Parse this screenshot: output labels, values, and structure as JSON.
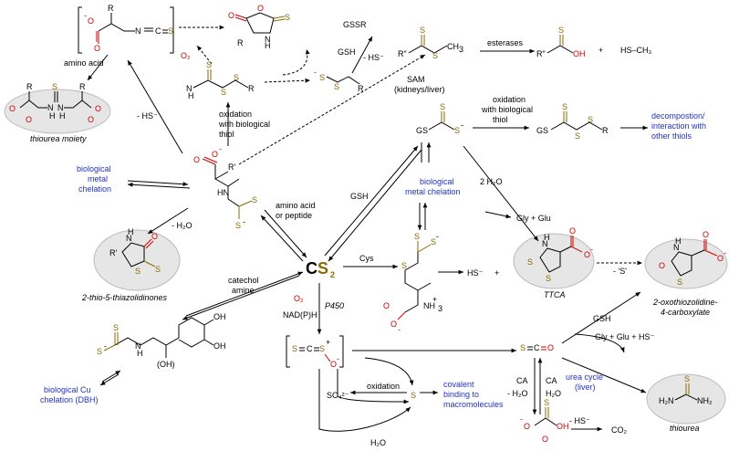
{
  "texts": {
    "amino_acid": "amino acid",
    "o2_top": "O₂",
    "minus_hs_left": "- HS⁻",
    "thiourea_moiety": "thiourea moiety",
    "oxidation_bio_thiol_1": "oxidation",
    "oxidation_bio_thiol_2": "with biological",
    "oxidation_bio_thiol_3": "thiol",
    "gsh_top": "GSH",
    "minus_hs_top": "- HS⁻",
    "gssr": "GSSR",
    "sam_1": "SAM",
    "sam_2": "(kidneys/liver)",
    "esterases": "esterases",
    "plus_top": "+",
    "hs_ch3": "HS–CH₃",
    "oxidation_right_1": "oxidation",
    "oxidation_right_2": "with biological",
    "oxidation_right_3": "thiol",
    "decomp_1": "decompostion/",
    "decomp_2": "interaction with",
    "decomp_3": "other thiols",
    "bio_metal_chel_1": "biological",
    "bio_metal_chel_2": "metal",
    "bio_metal_chel_3": "chelation",
    "gsh_mid": "GSH",
    "bio_metal_chel_mid_1": "biological",
    "bio_metal_chel_mid_2": "metal chelation",
    "two_h2o": "2 H₂O",
    "gly_glu": "Gly + Glu",
    "amino_acid_peptide_1": "amino acid",
    "amino_acid_peptide_2": "or peptide",
    "minus_h2o_left": "- H₂O",
    "cys": "Cys",
    "hs_minus": "HS⁻",
    "plus_mid": "+",
    "ttca": "TTCA",
    "minus_s": "- 'S'",
    "thiazolidinones": "2-thio-5-thiazolidinones",
    "oxothiazolidine_1": "2-oxothiozolidine-",
    "oxothiazolidine_2": "4-carboxylate",
    "cs2_c": "C",
    "cs2_s": "S",
    "cs2_sub": "2",
    "catechol_1": "catechol",
    "catechol_2": "amine",
    "o2_mid": "O₂",
    "nadph": "NAD(P)H",
    "p450": "P450",
    "gsh_right": "GSH",
    "gly_glu_hs": "Gly + Glu + HS⁻",
    "urea_1": "urea cycle",
    "urea_2": "(liver)",
    "thiourea": "thiourea",
    "oxidation_low": "oxidation",
    "covalent_1": "covalent",
    "covalent_2": "binding to",
    "covalent_3": "macromolecules",
    "so4": "SO₄²⁻",
    "s_atom": "S",
    "ca_left": "CA",
    "minus_h2o_ca": "- H₂O",
    "ca_right": "CA",
    "h2o_ca": "H₂O",
    "bio_cu_1": "biological Cu",
    "bio_cu_2": "chelation (DBH)",
    "h2o_bottom": "H₂O",
    "minus_hs_bottom": "- HS⁻",
    "co2": "CO₂",
    "cos": "S=C=O",
    "oh_oh_1": "OH",
    "oh_oh_2": "OH",
    "oh_paren": "(OH)"
  }
}
